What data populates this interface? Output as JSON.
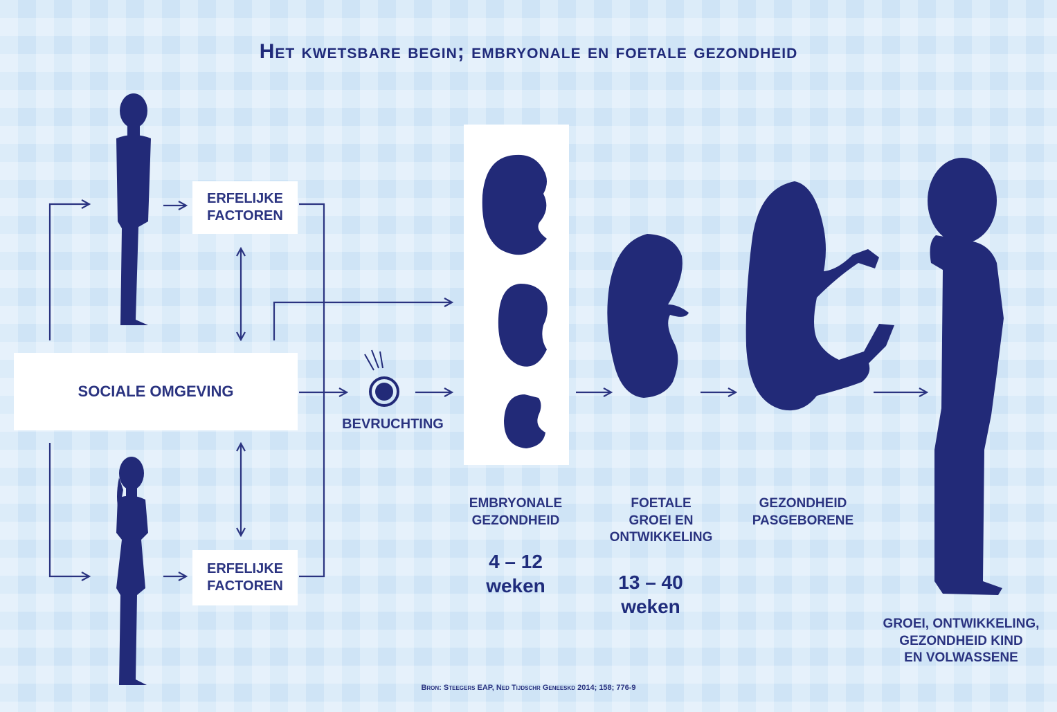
{
  "title": "Het kwetsbare begin; embryonale en foetale gezondheid",
  "boxes": {
    "erfelijke_top": "ERFELIJKE\nFACTOREN",
    "sociale": "SOCIALE OMGEVING",
    "erfelijke_bottom": "ERFELIJKE\nFACTOREN"
  },
  "labels": {
    "bevruchting": "BEVRUCHTING",
    "embryonale": "EMBRYONALE\nGEZONDHEID",
    "foetale": "FOETALE\nGROEI EN\nONTWIKKELING",
    "pasgeborene": "GEZONDHEID\nPASGEBORENE",
    "kind": "GROEI, ONTWIKKELING,\nGEZONDHEID KIND\nEN VOLWASSENE"
  },
  "weeks": {
    "embryonal": "4 – 12\nweken",
    "foetal": "13 – 40\nweken"
  },
  "source": "Bron: Steegers EAP, Ned Tijdschr Geneeskd 2014; 158; 776-9",
  "colors": {
    "silhouette": "#222a78",
    "background": "#cfe4f6",
    "box": "#ffffff",
    "text": "#2a3380"
  },
  "icons": [
    "male-silhouette-icon",
    "female-silhouette-icon",
    "egg-cell-icon",
    "embryo-icon",
    "fetus-icon",
    "newborn-icon",
    "child-silhouette-icon"
  ]
}
